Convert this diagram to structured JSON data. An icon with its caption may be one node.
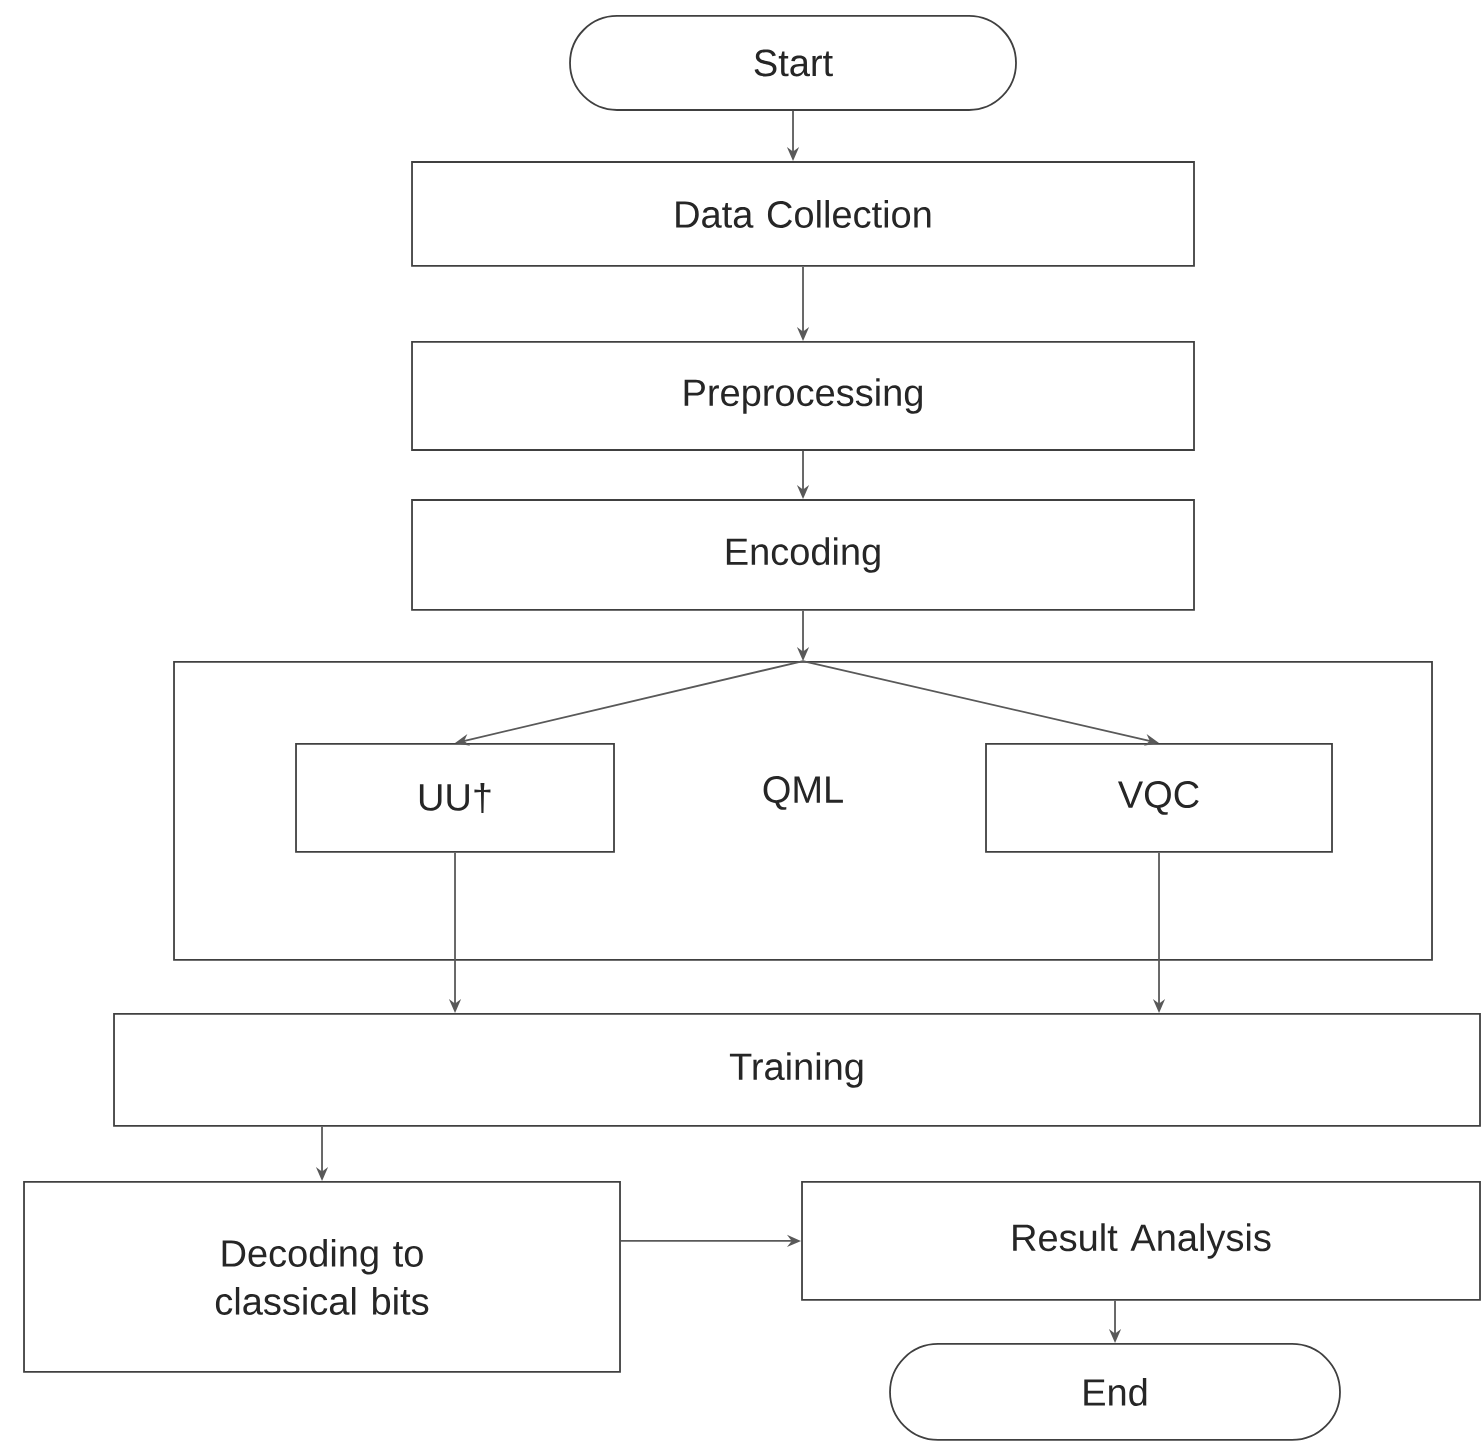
{
  "diagram": {
    "nodes": [
      {
        "text": [
          "Start"
        ]
      },
      {
        "text": [
          "Data Collection"
        ]
      },
      {
        "text": [
          "Preprocessing"
        ]
      },
      {
        "text": [
          "Encoding"
        ]
      },
      {
        "text": [
          "QML"
        ]
      },
      {
        "text": [
          "UU†"
        ],
        "in": 4
      },
      {
        "text": [
          "VQC"
        ],
        "in": 4
      },
      {
        "text": [
          "Training"
        ]
      },
      {
        "text": [
          "Decoding to classical bits"
        ]
      },
      {
        "text": [
          "Result Analysis"
        ]
      },
      {
        "text": [
          "End"
        ]
      }
    ],
    "edges": [
      {
        "from": 0,
        "to": 1,
        "arrow": "to"
      },
      {
        "from": 1,
        "to": 2,
        "arrow": "to"
      },
      {
        "from": 2,
        "to": 3,
        "arrow": "to"
      },
      {
        "from": 3,
        "to": 4,
        "arrow": "to"
      },
      {
        "from": 4,
        "to": 5,
        "arrow": "to"
      },
      {
        "from": 4,
        "to": 6,
        "arrow": "to"
      },
      {
        "from": 5,
        "to": 7,
        "arrow": "to"
      },
      {
        "from": 6,
        "to": 7,
        "arrow": "to"
      },
      {
        "from": 7,
        "to": 8,
        "arrow": "to"
      },
      {
        "from": 8,
        "to": 9,
        "arrow": "to"
      },
      {
        "from": 9,
        "to": 10,
        "arrow": "to"
      }
    ]
  }
}
